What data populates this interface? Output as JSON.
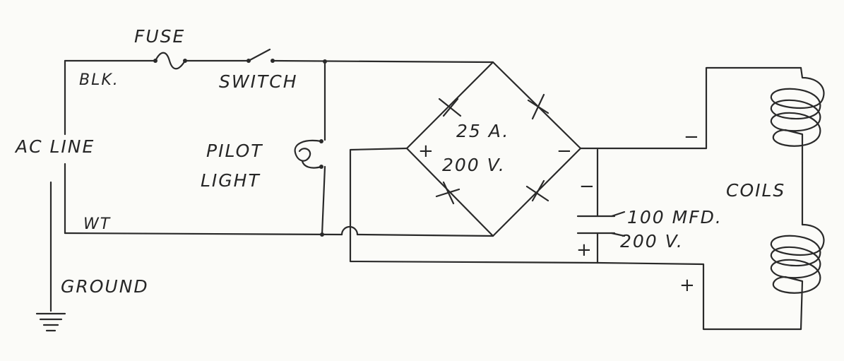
{
  "labels": {
    "fuse": "FUSE",
    "blk": "BLK.",
    "switch": "SWITCH",
    "ac_line": "AC LINE",
    "pilot": "PILOT",
    "light": "LIGHT",
    "wt": "WT",
    "ground": "GROUND",
    "bridge_current": "25 A.",
    "bridge_voltage": "200 V.",
    "cap_value": "100 MFD.",
    "cap_voltage": "200 V.",
    "coils": "COILS"
  },
  "polarity": {
    "bridge_plus": "+",
    "bridge_minus": "−",
    "cap_minus": "−",
    "cap_plus": "+",
    "coil_minus": "−",
    "coil_plus": "+"
  }
}
